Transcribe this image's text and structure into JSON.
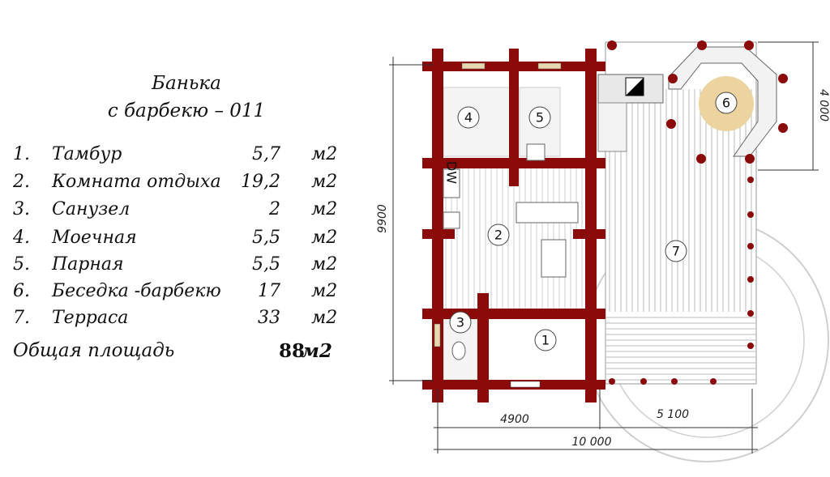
{
  "title": {
    "line1": "Банька",
    "line2": "с барбекю  – 011"
  },
  "rooms": [
    {
      "num": "1.",
      "name": "Тамбур",
      "area": "5,7",
      "unit": "м2"
    },
    {
      "num": "2.",
      "name": "Комната  отдыха",
      "area": "19,2",
      "unit": "м2"
    },
    {
      "num": "3.",
      "name": "Санузел",
      "area": "2",
      "unit": "м2"
    },
    {
      "num": "4.",
      "name": "Моечная",
      "area": "5,5",
      "unit": "м2"
    },
    {
      "num": "5.",
      "name": "Парная",
      "area": "5,5",
      "unit": "м2"
    },
    {
      "num": "6.",
      "name": "Беседка -барбекю",
      "area": "17",
      "unit": "м2"
    },
    {
      "num": "7.",
      "name": "Терраса",
      "area": "33",
      "unit": "м2"
    }
  ],
  "total": {
    "label": "Общая  площадь",
    "area": "88",
    "unit": "м2"
  },
  "plan": {
    "labels": {
      "r1": "1",
      "r2": "2",
      "r3": "3",
      "r4": "4",
      "r5": "5",
      "r6": "6",
      "r7": "7",
      "dw": "DW"
    },
    "dimensions": {
      "height": "9900",
      "gazebo": "4 000",
      "house_width": "4900",
      "terrace_width": "5 100",
      "total_width": "10 000"
    },
    "colors": {
      "wall": "#8b0a0a",
      "table": "#ecd3a0"
    }
  }
}
